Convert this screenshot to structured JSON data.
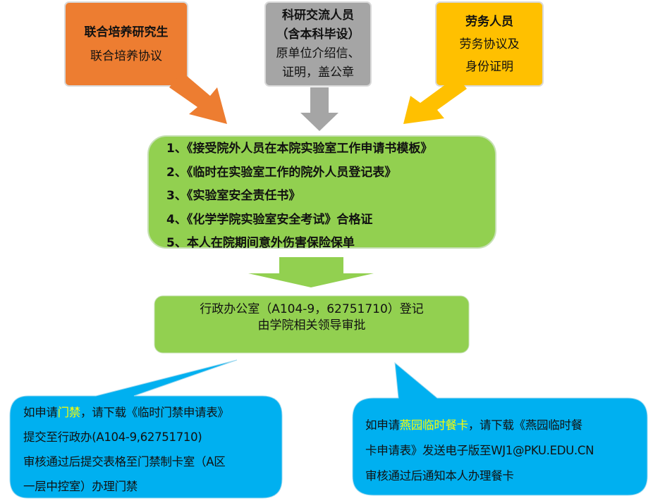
{
  "colors": {
    "orange": "#ED7D31",
    "gray": "#A5A5A5",
    "yellow": "#FFC000",
    "green": "#92D050",
    "blue": "#00B0F0",
    "highlight": "#FFFF00"
  },
  "source_boxes": [
    {
      "title": "联合培养研究生",
      "lines": [
        "联合培养协议"
      ]
    },
    {
      "title": "科研交流人员",
      "title2": "（含本科毕设）",
      "lines": [
        "原单位介绍信、",
        "证明，盖公章"
      ]
    },
    {
      "title": "劳务人员",
      "lines": [
        "劳务协议及",
        "身份证明"
      ]
    }
  ],
  "requirements": [
    "1、《接受院外人员在本院实验室工作申请书模板》",
    "2、《临时在实验室工作的院外人员登记表》",
    "3、《实验室安全责任书》",
    "4、《化学学院实验室安全考试》合格证",
    "5、本人在院期间意外伤害保险保单"
  ],
  "admin": {
    "line1": "行政办公室（A104-9，62751710）登记",
    "line2": "由学院相关领导审批"
  },
  "door_access": {
    "prefix": "如申请",
    "highlight": "门禁",
    "suffix": "，请下载《临时门禁申请表》",
    "lines": [
      "提交至行政办(A104-9,62751710)",
      "审核通过后提交表格至门禁制卡室（A区",
      "一层中控室）办理门禁"
    ]
  },
  "meal_card": {
    "prefix": "如申请",
    "highlight": "燕园临时餐卡",
    "suffix": "，请下载《燕园临时餐",
    "lines": [
      "卡申请表》发送电子版至WJ1@PKU.EDU.CN",
      "审核通过后通知本人办理餐卡"
    ]
  }
}
